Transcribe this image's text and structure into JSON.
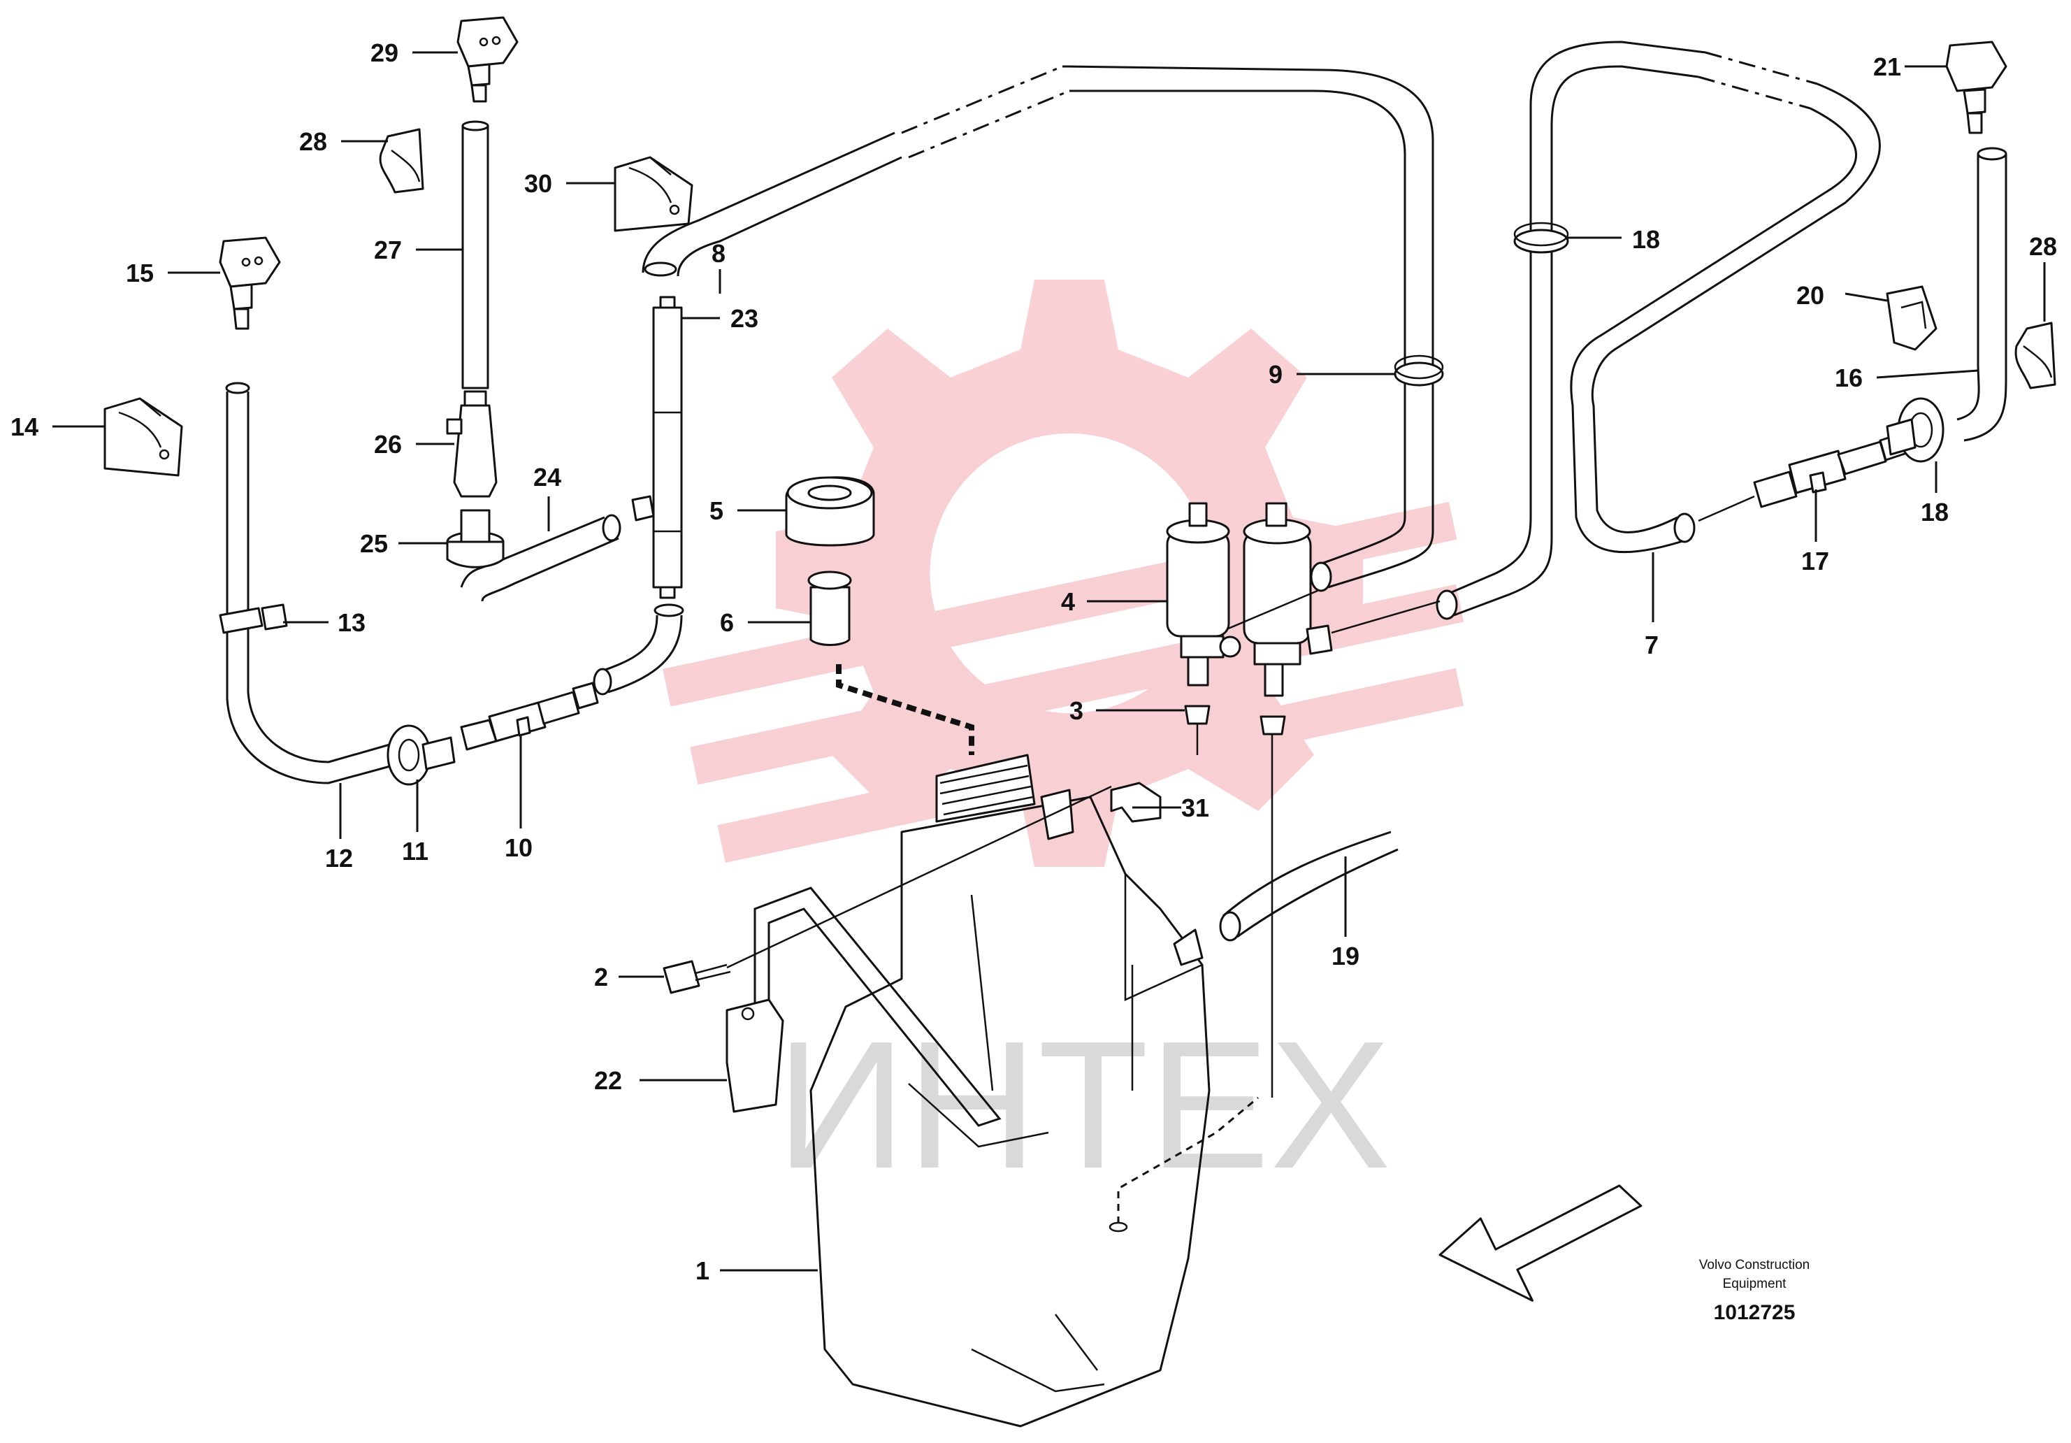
{
  "watermark": {
    "text": "ИНТЕХ",
    "logo_color": "#f2a3a8",
    "text_color": "#cfcfcf"
  },
  "callouts": [
    "1",
    "2",
    "3",
    "4",
    "5",
    "6",
    "7",
    "8",
    "9",
    "10",
    "11",
    "12",
    "13",
    "14",
    "15",
    "16",
    "17",
    "18",
    "18",
    "19",
    "20",
    "21",
    "22",
    "23",
    "24",
    "25",
    "26",
    "27",
    "28",
    "28",
    "29",
    "30",
    "31"
  ],
  "labels": {
    "p1": "1",
    "p2": "2",
    "p3": "3",
    "p4": "4",
    "p5": "5",
    "p6": "6",
    "p7": "7",
    "p8": "8",
    "p9": "9",
    "p10": "10",
    "p11": "11",
    "p12": "12",
    "p13": "13",
    "p14": "14",
    "p15": "15",
    "p16": "16",
    "p17": "17",
    "p18a": "18",
    "p18b": "18",
    "p19": "19",
    "p20": "20",
    "p21": "21",
    "p22": "22",
    "p23": "23",
    "p24": "24",
    "p25": "25",
    "p26": "26",
    "p27": "27",
    "p28a": "28",
    "p28b": "28",
    "p29": "29",
    "p30": "30",
    "p31": "31"
  },
  "footer": {
    "company_line1": "Volvo Construction",
    "company_line2": "Equipment",
    "drawing_number": "1012725"
  },
  "icons": [
    "direction-arrow-icon",
    "gear-logo-icon"
  ]
}
